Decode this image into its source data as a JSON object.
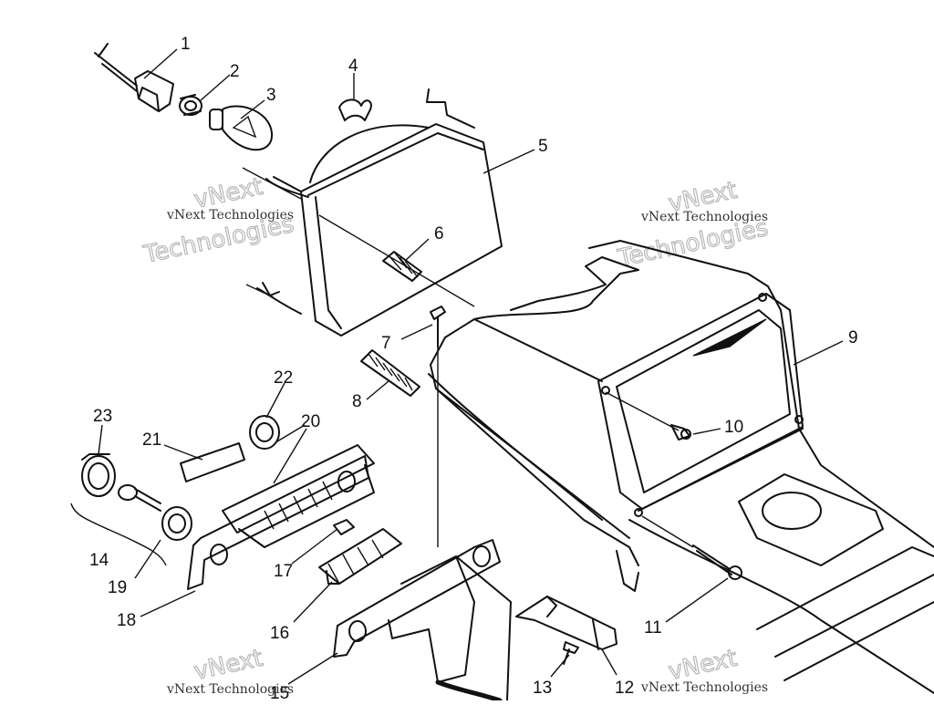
{
  "diagram": {
    "callouts": [
      "1",
      "2",
      "3",
      "4",
      "5",
      "6",
      "7",
      "8",
      "9",
      "10",
      "11",
      "12",
      "13",
      "14",
      "15",
      "16",
      "17",
      "18",
      "19",
      "20",
      "21",
      "22",
      "23"
    ]
  },
  "watermark": {
    "line1": "vNext",
    "line2": "Technologies",
    "small": "vNext Technologies"
  }
}
